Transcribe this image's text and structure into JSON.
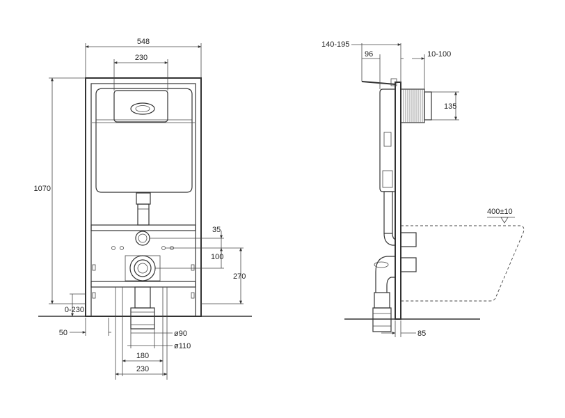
{
  "front_view": {
    "dims": {
      "frame_width": "548",
      "button_width": "230",
      "height": "1070",
      "floor_range": "0-230",
      "offset_50": "50",
      "d35": "35",
      "d100": "100",
      "d270": "270",
      "pipe_90": "ø90",
      "pipe_110": "ø110",
      "base_180": "180",
      "base_230": "230"
    }
  },
  "side_view": {
    "dims": {
      "depth_range": "140-195",
      "d96": "96",
      "wall_range": "10-100",
      "d135": "135",
      "bowl_height": "400±10",
      "d85": "85"
    }
  }
}
